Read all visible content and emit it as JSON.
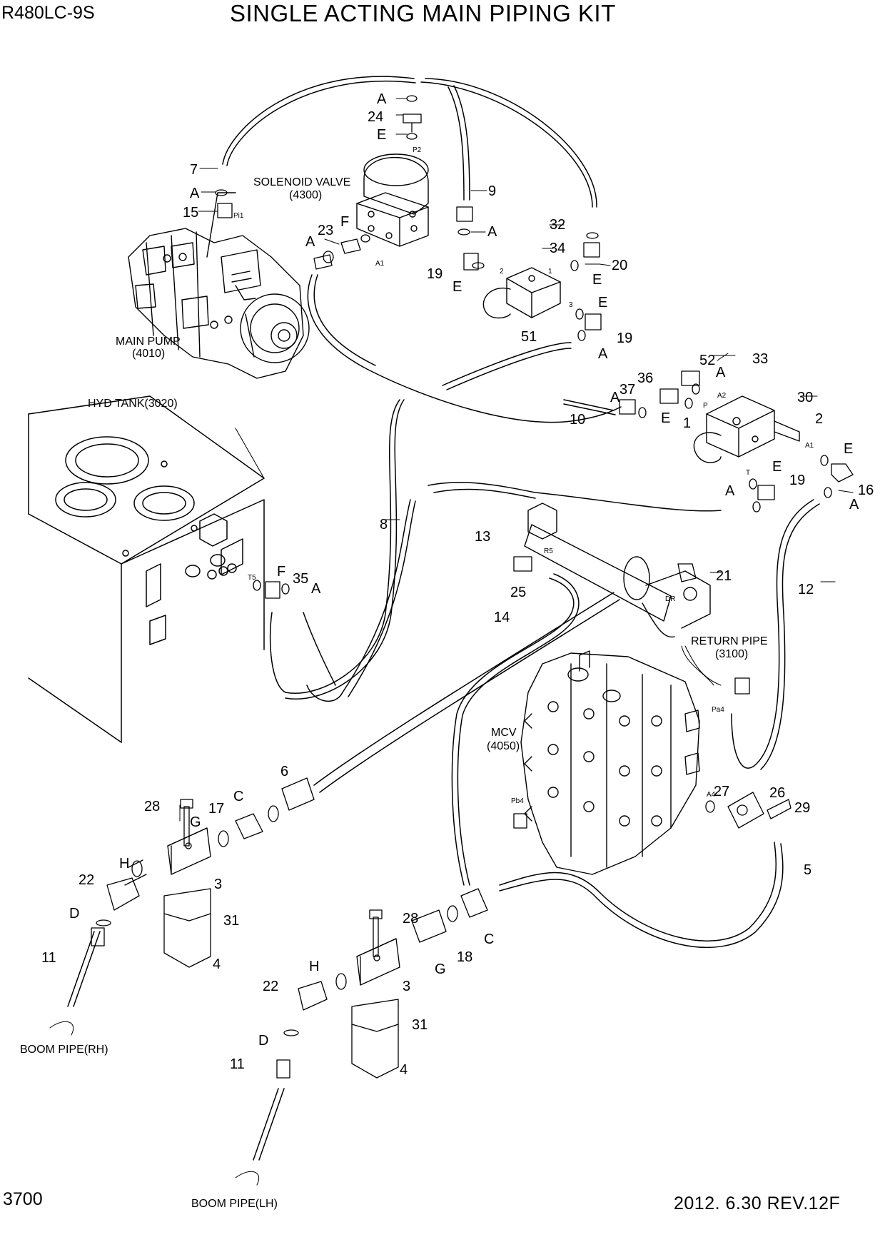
{
  "header": {
    "model": "R480LC-9S",
    "title": "SINGLE ACTING MAIN PIPING KIT"
  },
  "footer": {
    "page": "3700",
    "revision": "2012. 6.30  REV.12F"
  },
  "components": {
    "solenoid_valve": [
      "SOLENOID VALVE",
      "(4300)"
    ],
    "main_pump": [
      "MAIN PUMP",
      "(4010)"
    ],
    "hyd_tank": "HYD TANK(3020)",
    "return_pipe": [
      "RETURN PIPE",
      "(3100)"
    ],
    "mcv": [
      "MCV",
      "(4050)"
    ],
    "boom_pipe_rh": "BOOM PIPE(RH)",
    "boom_pipe_lh": "BOOM PIPE(LH)"
  },
  "ports": [
    "P2",
    "Pi1",
    "A1",
    "A2",
    "P",
    "A1",
    "T",
    "T5",
    "R5",
    "DR",
    "Pa4",
    "A4",
    "Pb4",
    "1",
    "2",
    "3"
  ],
  "callouts": [
    "A",
    "24",
    "E",
    "7",
    "A",
    "15",
    "9",
    "23",
    "F",
    "A",
    "32",
    "A",
    "34",
    "19",
    "E",
    "20",
    "E",
    "E",
    "19",
    "51",
    "A",
    "52",
    "33",
    "36",
    "A",
    "37",
    "A",
    "30",
    "E",
    "2",
    "10",
    "1",
    "E",
    "16",
    "A",
    "E",
    "19",
    "A",
    "8",
    "13",
    "F",
    "35",
    "A",
    "21",
    "25",
    "14",
    "12",
    "27",
    "26",
    "29",
    "6",
    "28",
    "17",
    "C",
    "G",
    "H",
    "22",
    "3",
    "D",
    "31",
    "11",
    "4",
    "5",
    "28",
    "C",
    "18",
    "G",
    "H",
    "3",
    "22",
    "D",
    "31",
    "11",
    "4"
  ]
}
